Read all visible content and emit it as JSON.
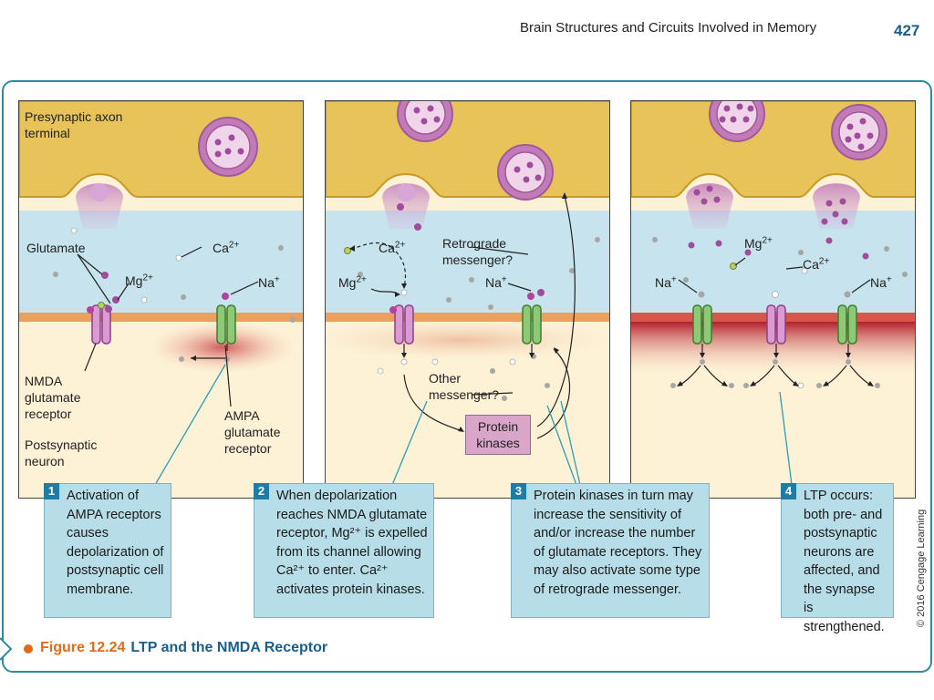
{
  "header": {
    "running_title": "Brain Structures and Circuits Involved in Memory",
    "page_number": "427"
  },
  "figure": {
    "number": "Figure 12.24",
    "title": "LTP and the NMDA Receptor",
    "copyright": "© 2016 Cengage Learning"
  },
  "labels": {
    "presynaptic": "Presynaptic axon terminal",
    "glutamate": "Glutamate",
    "ca": "Ca",
    "mg": "Mg",
    "na": "Na",
    "charge_ca": "2+",
    "charge_mg": "2+",
    "charge_na": "+",
    "nmda": "NMDA glutamate receptor",
    "ampa": "AMPA glutamate receptor",
    "postsynaptic": "Postsynaptic neuron",
    "retrograde": "Retrograde messenger?",
    "other": "Other messenger?",
    "protein_kinases": "Protein kinases"
  },
  "steps": [
    {
      "number": "1",
      "text": "Activation of AMPA receptors causes depolarization of postsynaptic cell membrane."
    },
    {
      "number": "2",
      "text": "When depolarization reaches NMDA glutamate receptor, Mg²⁺ is expelled from its channel allowing Ca²⁺ to enter. Ca²⁺ activates protein kinases."
    },
    {
      "number": "3",
      "text": "Protein kinases in turn may increase the sensitivity of and/or increase the number of glutamate receptors. They may also activate some type of retrograde messenger."
    },
    {
      "number": "4",
      "text": "LTP occurs: both pre- and postsynaptic neurons are affected, and the synapse is strengthened."
    }
  ],
  "colors": {
    "presynaptic": "#e7c35a",
    "cleft": "#c6e3ee",
    "membrane": "#eba05e",
    "postsynaptic": "#fdf1d6",
    "nmda": "#d99bd2",
    "ampa": "#8fc978",
    "step_box": "#b7dde8",
    "badge": "#1f7da3",
    "frame": "#2a8c9c",
    "caption_number": "#e36b18",
    "caption_title": "#1a5e8a"
  }
}
